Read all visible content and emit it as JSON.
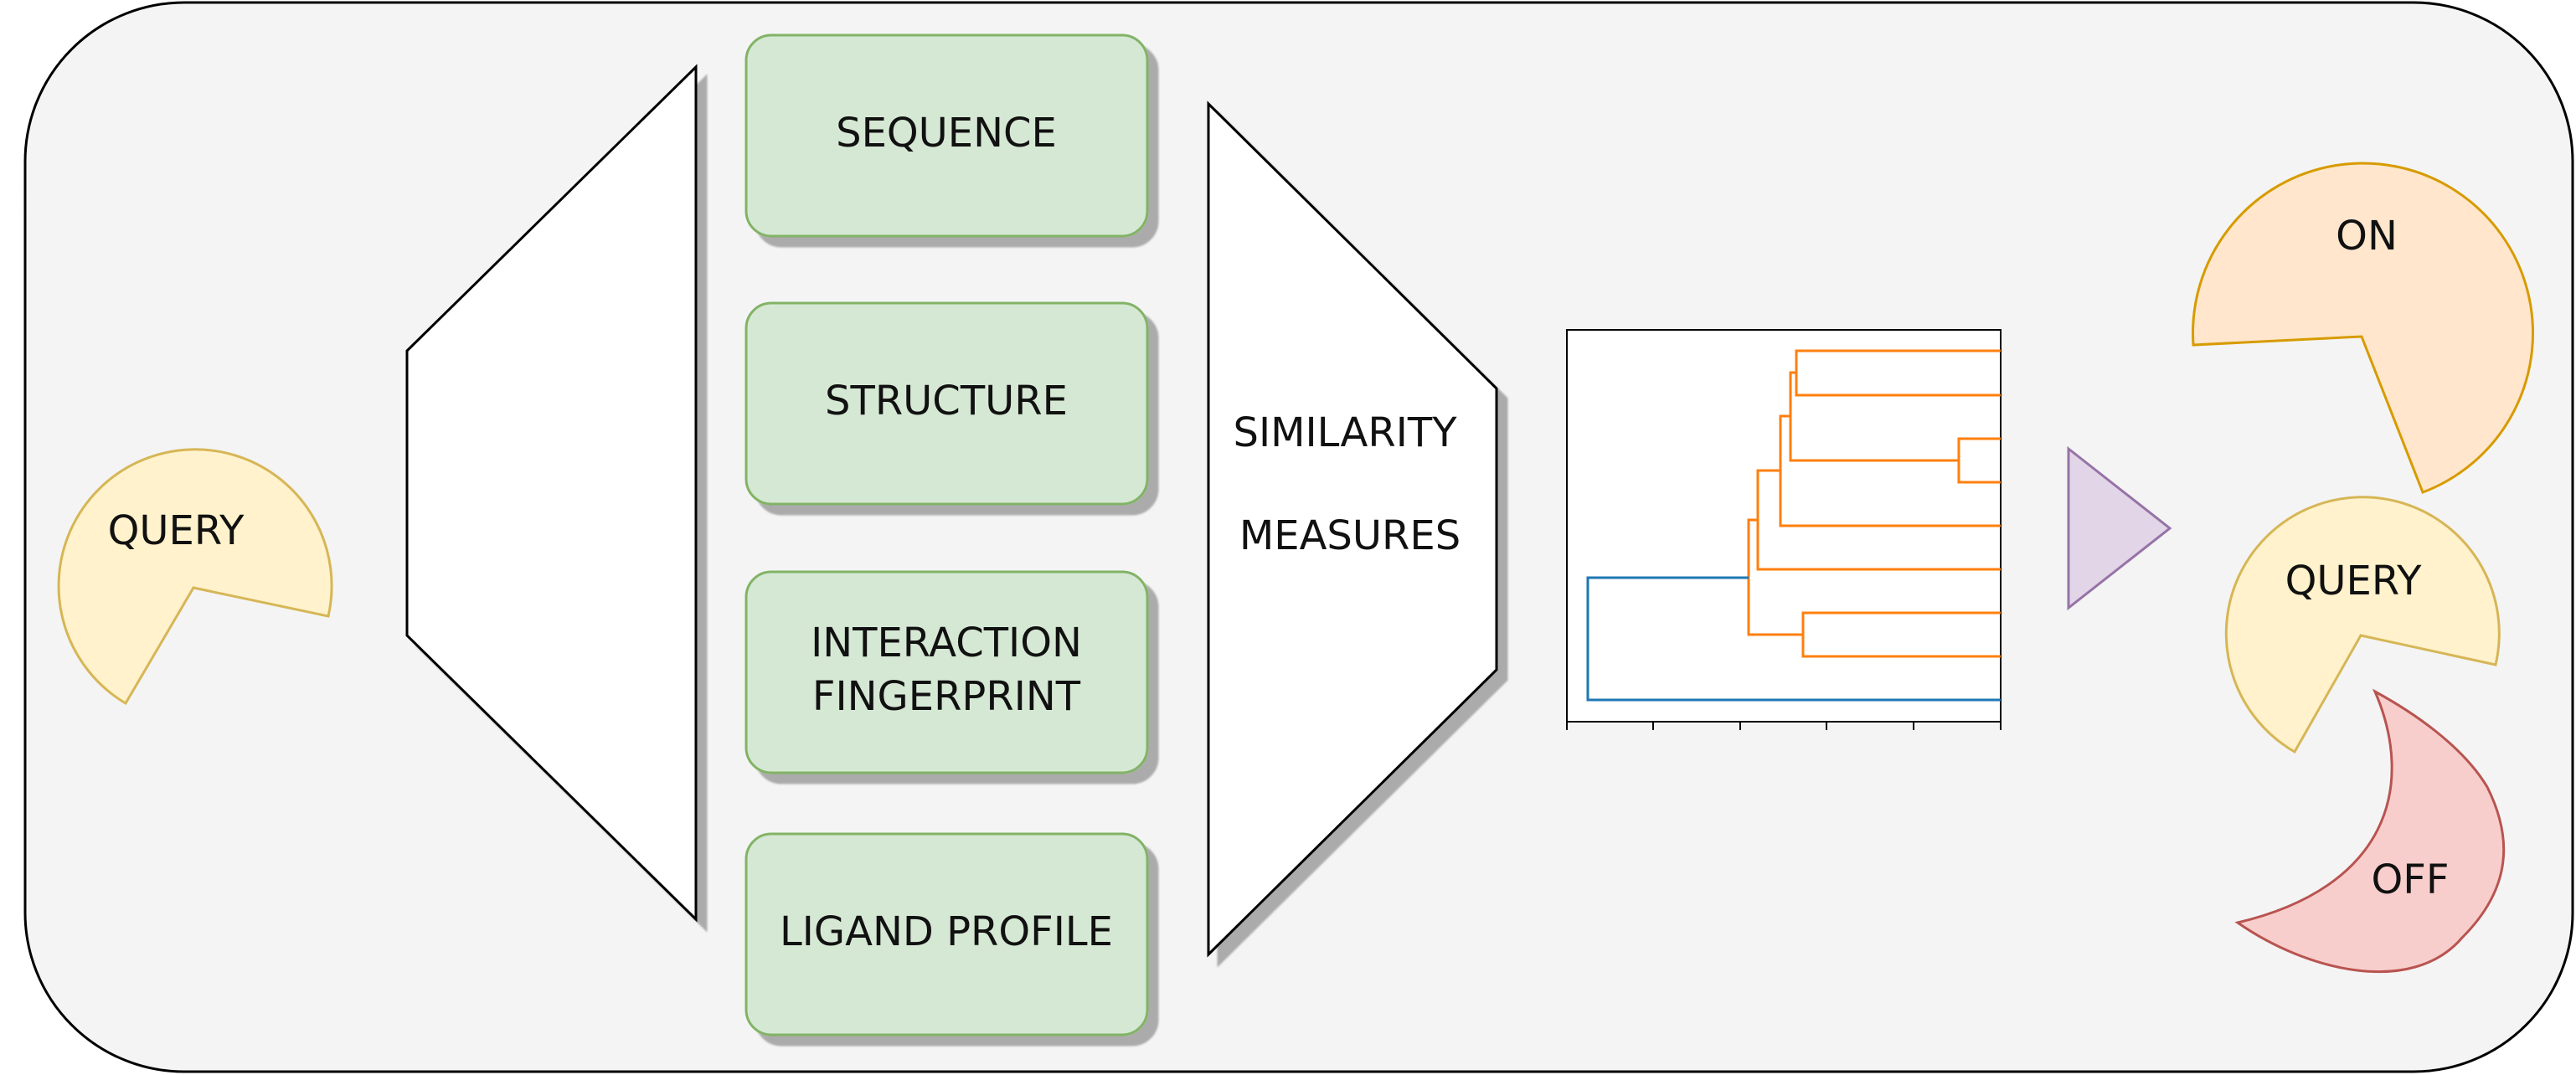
{
  "inputs": {
    "query_label": "QUERY"
  },
  "feature_boxes": [
    {
      "lines": [
        "SEQUENCE"
      ]
    },
    {
      "lines": [
        "STRUCTURE"
      ]
    },
    {
      "lines": [
        "INTERACTION",
        "FINGERPRINT"
      ]
    },
    {
      "lines": [
        "LIGAND PROFILE"
      ]
    }
  ],
  "similarity": {
    "line1": "SIMILARITY",
    "line2": "MEASURES"
  },
  "outputs": {
    "on_label": "ON",
    "query_label": "QUERY",
    "off_label": "OFF"
  },
  "colors": {
    "background": "#f4f4f4",
    "feature_fill": "#d5e8d4",
    "feature_stroke": "#82b366",
    "query_fill": "#fff2cc",
    "query_stroke": "#d6b656",
    "on_fill": "#ffe6cc",
    "on_stroke": "#d79b00",
    "off_fill": "#f8cecc",
    "off_stroke": "#b85450",
    "arrow_fill": "#e1d5e7",
    "arrow_stroke": "#9673a6",
    "dendro_orange": "#ff7f0e",
    "dendro_blue": "#1f77b4"
  }
}
